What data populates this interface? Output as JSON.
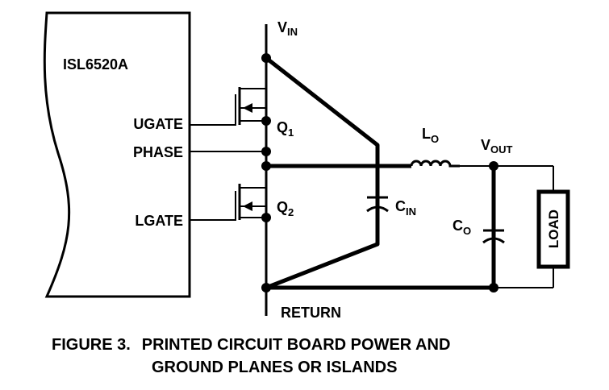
{
  "chip": {
    "name": "ISL6520A"
  },
  "pins": {
    "ugate": "UGATE",
    "phase": "PHASE",
    "lgate": "LGATE"
  },
  "labels": {
    "vin": "V",
    "vin_sub": "IN",
    "q1": "Q",
    "q1_sub": "1",
    "q2": "Q",
    "q2_sub": "2",
    "cin": "C",
    "cin_sub": "IN",
    "lo": "L",
    "lo_sub": "O",
    "vout": "V",
    "vout_sub": "OUT",
    "co": "C",
    "co_sub": "O",
    "load": "LOAD",
    "return": "RETURN"
  },
  "caption": {
    "number": "FIGURE 3.",
    "line1": "PRINTED CIRCUIT BOARD POWER AND",
    "line2": "GROUND PLANES OR ISLANDS"
  }
}
